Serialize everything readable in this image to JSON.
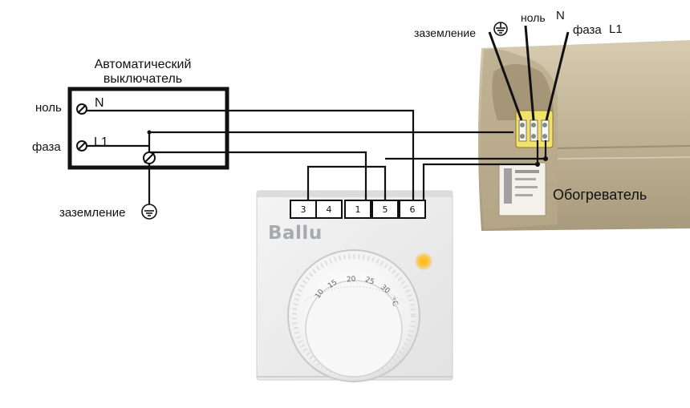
{
  "breaker": {
    "title_line1": "Автоматический",
    "title_line2": "выключатель"
  },
  "breaker_labels": {
    "neutral": "ноль",
    "phase": "фаза",
    "ground": "заземление",
    "neutral_letter": "N",
    "phase_letter": "L1"
  },
  "heater": {
    "label": "Обогреватель",
    "ground": "заземление",
    "neutral": "ноль",
    "neutral_letter": "N",
    "phase": "фаза",
    "phase_letter": "L1"
  },
  "thermostat": {
    "brand": "Ballu",
    "terminals": [
      "3",
      "4",
      "1",
      "5",
      "6"
    ],
    "dial_marks": [
      "10",
      "15",
      "20",
      "25",
      "30",
      "°C"
    ]
  },
  "colors": {
    "wire": "#111111",
    "heater_body": "#bfb193",
    "thermostat_body": "#eeeeee",
    "indicator": "#ffb020",
    "connector": "#f2e26a"
  }
}
